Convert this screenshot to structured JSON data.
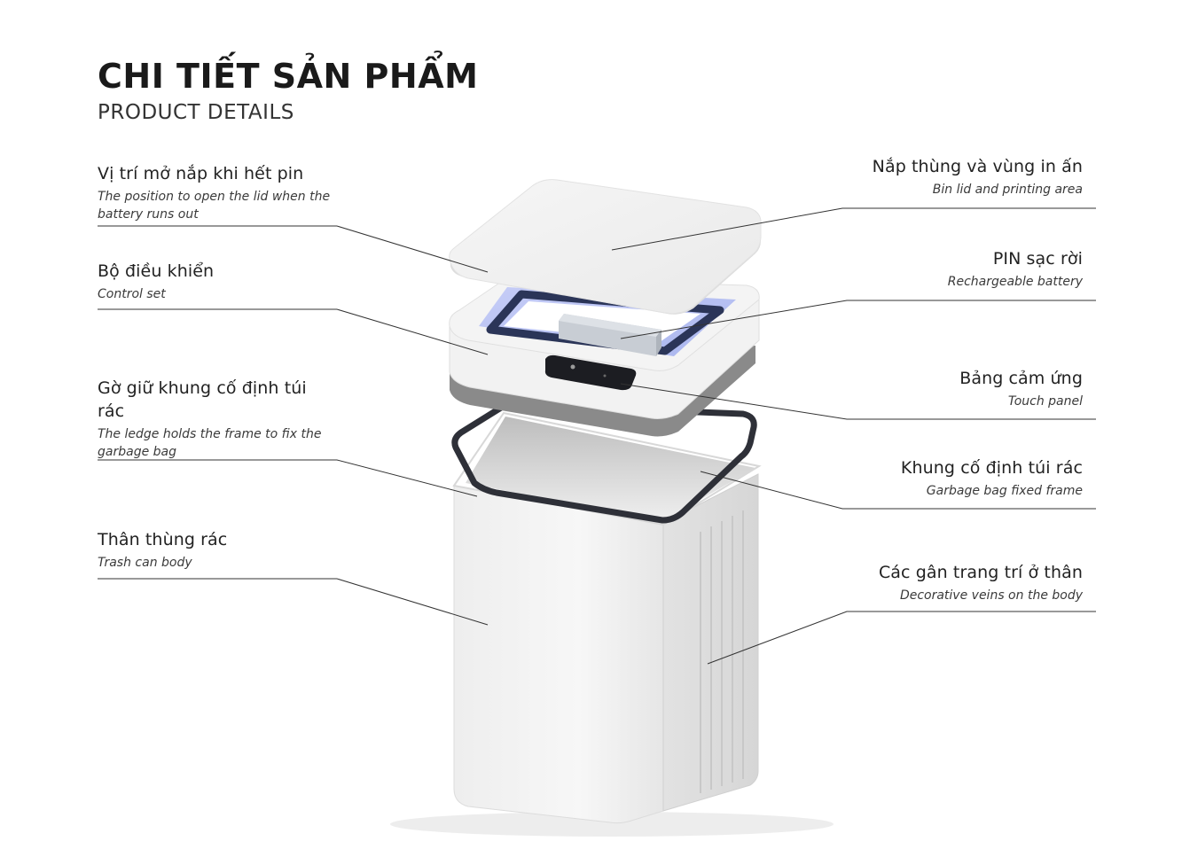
{
  "header": {
    "title": "CHI TIẾT SẢN PHẨM",
    "subtitle": "PRODUCT DETAILS"
  },
  "callouts": {
    "battery_open": {
      "title": "Vị trí mở nắp khi hết pin",
      "subtitle": "The position to open the lid when the battery runs out"
    },
    "control_set": {
      "title": "Bộ điều khiển",
      "subtitle": "Control set"
    },
    "ledge": {
      "title": "Gờ giữ khung cố định túi rác",
      "subtitle": "The ledge holds the frame to fix the garbage bag"
    },
    "body": {
      "title": "Thân thùng rác",
      "subtitle": "Trash can body"
    },
    "lid": {
      "title": "Nắp thùng và vùng in ấn",
      "subtitle": "Bin lid and printing area"
    },
    "pin": {
      "title": "PIN sạc rời",
      "subtitle": "Rechargeable battery"
    },
    "touch": {
      "title": "Bảng cảm ứng",
      "subtitle": "Touch panel"
    },
    "frame": {
      "title": "Khung cố định túi rác",
      "subtitle": "Garbage bag fixed frame"
    },
    "veins": {
      "title": "Các gân trang trí ở thân",
      "subtitle": "Decorative veins on the body"
    }
  },
  "colors": {
    "lid": "#f1f1f1",
    "glow": "#b9c3f2",
    "frame_ring": "#2e3038",
    "body": "#f4f4f4",
    "leader_line": "#333333"
  }
}
